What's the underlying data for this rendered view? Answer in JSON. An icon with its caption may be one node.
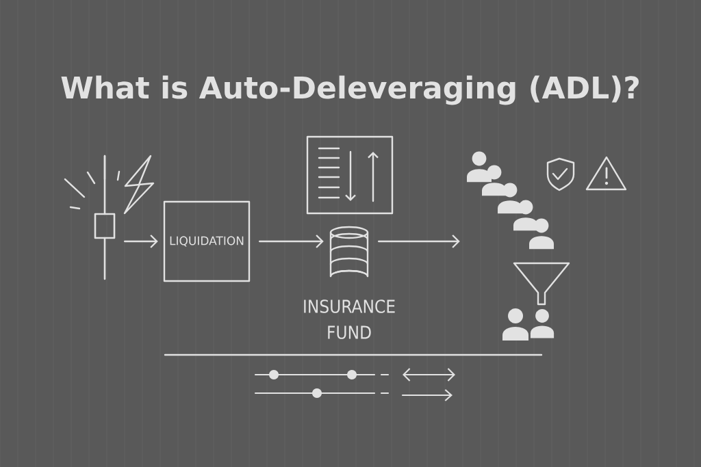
{
  "diagram": {
    "title": "What is Auto-Deleveraging (ADL)?",
    "nodes": [
      {
        "text": [],
        "shape": "picture"
      },
      {
        "text": [
          "LIQUIDATION"
        ]
      },
      {
        "text": [
          "INSURANCE FUND"
        ]
      },
      {
        "text": [],
        "shape": "person"
      }
    ],
    "edges": [
      {
        "from": 0,
        "to": 1,
        "arrow": "to"
      },
      {
        "from": 1,
        "to": 2,
        "arrow": "to"
      },
      {
        "from": 2,
        "to": 3,
        "arrow": "to"
      }
    ]
  }
}
